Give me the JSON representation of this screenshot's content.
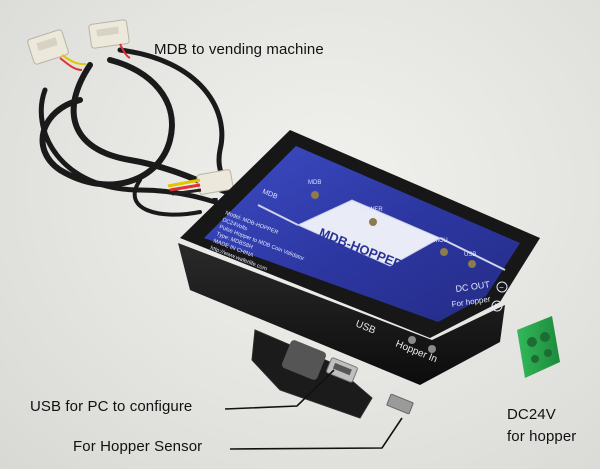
{
  "captions": {
    "mdb": "MDB to vending machine",
    "usb": "USB for PC to configure",
    "hopper": "For Hopper Sensor",
    "dc_line1": "DC24V",
    "dc_line2": "for hopper"
  },
  "device": {
    "title": "MDB-HOPPER",
    "led_mdb": "MDB",
    "led_power": "POWER",
    "led_mcu": "MCU",
    "led_usb": "USB",
    "port_mdb": "MDB",
    "dc_out": "DC OUT",
    "minus": "−",
    "for_hopper": "For hopper",
    "plus": "+",
    "usb": "USB",
    "hopper_in": "Hopper In",
    "model_line1": "Model: MDB-HOPPER",
    "model_line2": "DC24Volts",
    "model_line3": "Pulse Hopper to MDB Coin Validator",
    "model_line4": "Type: MDBS8H",
    "model_line5": "MADE IN CHINA",
    "model_line6": "http://www.waferlife.com"
  },
  "colors": {
    "panel_blue": "#2f3ba8",
    "case": "#151515",
    "terminal": "#2aa34a",
    "connector": "#eae6da"
  }
}
